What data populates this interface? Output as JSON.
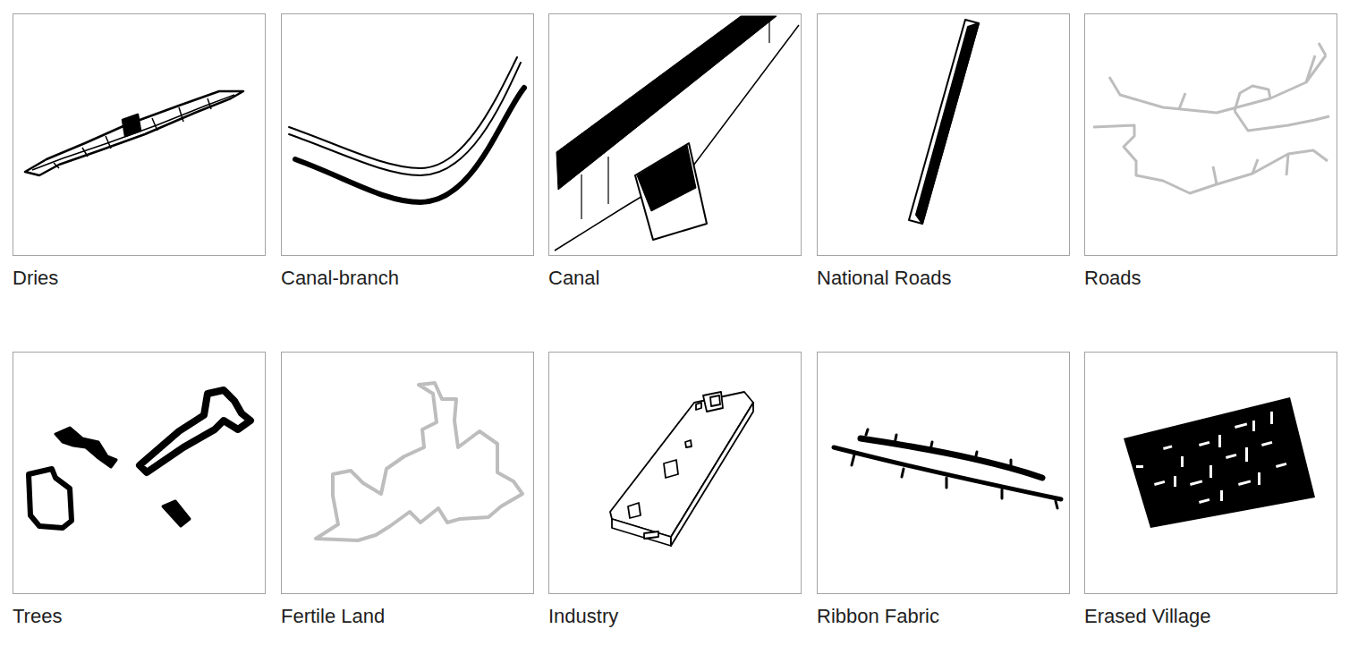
{
  "diagram": {
    "nodes": [
      {
        "text": [
          "Dries"
        ]
      },
      {
        "text": [
          "Canal-branch"
        ]
      },
      {
        "text": [
          "Canal"
        ]
      },
      {
        "text": [
          "National Roads"
        ]
      },
      {
        "text": [
          "Roads"
        ]
      },
      {
        "text": [
          "Trees"
        ]
      },
      {
        "text": [
          "Fertile Land"
        ]
      },
      {
        "text": [
          "Industry"
        ]
      },
      {
        "text": [
          "Ribbon Fabric"
        ]
      },
      {
        "text": [
          "Erased Village"
        ]
      }
    ]
  }
}
